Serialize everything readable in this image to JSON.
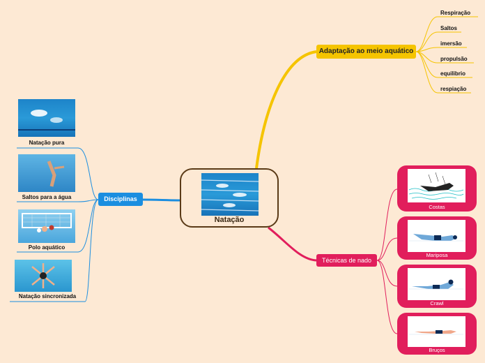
{
  "central": {
    "title": "Natação"
  },
  "adaptacao": {
    "label": "Adaptação ao meio aquático",
    "items": [
      "Respiração",
      "Saltos",
      "imersão",
      "propulsão",
      "equilibrio",
      "respiação"
    ]
  },
  "tecnicas": {
    "label": "Técnicas de nado",
    "cards": [
      "Costas",
      "Mariposa",
      "Crawl",
      "Bruços"
    ]
  },
  "disciplinas": {
    "label": "Disciplinas",
    "items": [
      "Natação pura",
      "Saltos para a água",
      "Polo aquático",
      "Natação sincronizada"
    ]
  },
  "colors": {
    "background": "#fde9d4",
    "adaptacao": "#f5c400",
    "tecnicas": "#e11e5c",
    "disciplinas": "#1b8ee0",
    "central_border": "#5a3a17"
  }
}
